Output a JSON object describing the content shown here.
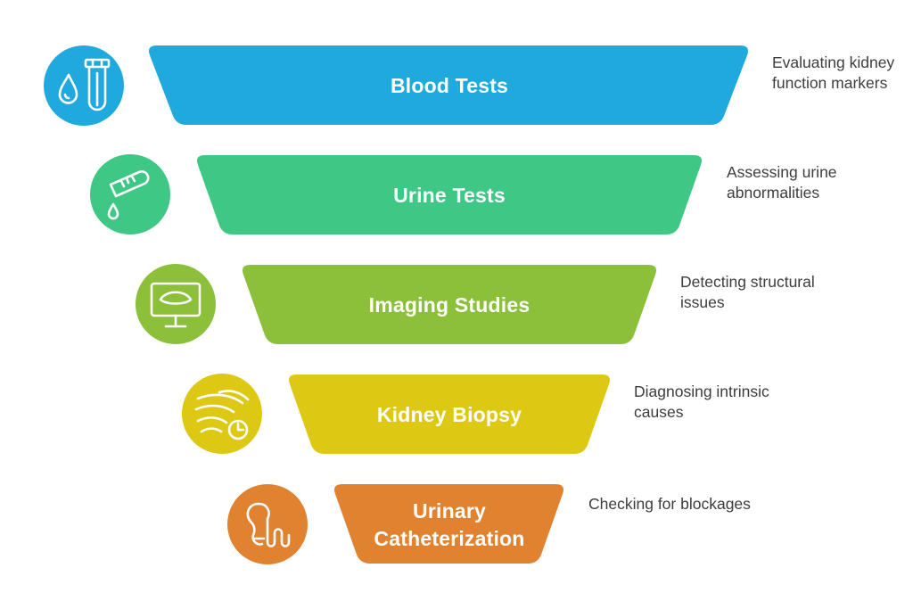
{
  "stages": [
    {
      "label": [
        "Blood Tests"
      ],
      "description": [
        "Evaluating kidney",
        "function markers"
      ],
      "color": "#1fa9dc",
      "icon": "blood-test-tube-icon"
    },
    {
      "label": [
        "Urine Tests"
      ],
      "description": [
        "Assessing urine",
        "abnormalities"
      ],
      "color": "#3ec785",
      "icon": "urine-test-tube-icon"
    },
    {
      "label": [
        "Imaging Studies"
      ],
      "description": [
        "Detecting structural",
        "issues"
      ],
      "color": "#8cbf3a",
      "icon": "ultrasound-monitor-icon"
    },
    {
      "label": [
        "Kidney Biopsy"
      ],
      "description": [
        "Diagnosing intrinsic",
        "causes"
      ],
      "color": "#ddc914",
      "icon": "tissue-sample-icon"
    },
    {
      "label": [
        "Urinary",
        "Catheterization"
      ],
      "description": [
        "Checking for blockages"
      ],
      "color": "#e08230",
      "icon": "catheter-icon"
    }
  ]
}
